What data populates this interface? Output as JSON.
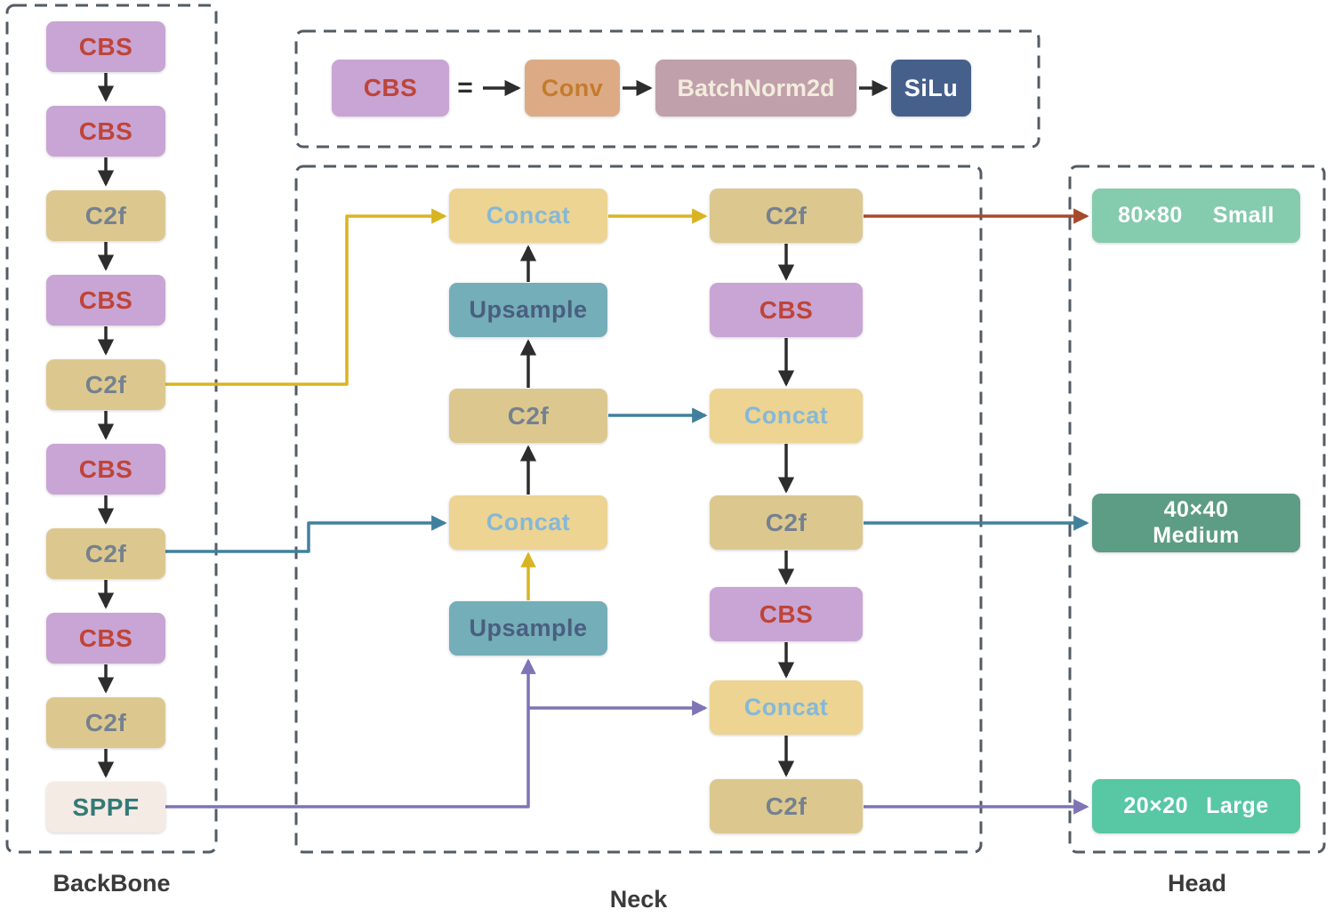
{
  "palette": {
    "canvas_bg": "#ffffff",
    "cbs_bg": "#c8a5d4",
    "cbs_text": "#bf4438",
    "c2f_bg": "#dcc88f",
    "c2f_text": "#75818f",
    "concat_bg": "#edd492",
    "concat_text": "#85b8d8",
    "upsample_bg": "#74aeb8",
    "upsample_text": "#4a5e80",
    "sppf_bg": "#f4ebe4",
    "sppf_text": "#337a76",
    "conv_bg": "#dcab85",
    "conv_text": "#c57a2e",
    "bn_bg": "#c0a0aa",
    "bn_text": "#f2ecdd",
    "silu_bg": "#46608c",
    "silu_text": "#ffffff",
    "small_bg": "#85cbae",
    "medium_bg": "#5d9c85",
    "large_bg": "#58c7a3",
    "head_text": "#ffffff",
    "arrow_black": "#2d2d2d",
    "arrow_yellow": "#d9b422",
    "arrow_teal": "#41809d",
    "arrow_purple": "#7f74b5",
    "arrow_red": "#a8492b",
    "dash_border": "#535b63",
    "section_label": "#3b3b3b"
  },
  "legend": {
    "cbs": "CBS",
    "equals": "=",
    "conv": "Conv",
    "batchnorm": "BatchNorm2d",
    "silu": "SiLu"
  },
  "backbone": {
    "label": "BackBone",
    "nodes": [
      {
        "type": "cbs",
        "label": "CBS"
      },
      {
        "type": "cbs",
        "label": "CBS"
      },
      {
        "type": "c2f",
        "label": "C2f"
      },
      {
        "type": "cbs",
        "label": "CBS"
      },
      {
        "type": "c2f",
        "label": "C2f"
      },
      {
        "type": "cbs",
        "label": "CBS"
      },
      {
        "type": "c2f",
        "label": "C2f"
      },
      {
        "type": "cbs",
        "label": "CBS"
      },
      {
        "type": "c2f",
        "label": "C2f"
      },
      {
        "type": "sppf",
        "label": "SPPF"
      }
    ]
  },
  "neck": {
    "label": "Neck",
    "left_column": [
      {
        "type": "concat",
        "label": "Concat"
      },
      {
        "type": "upsample",
        "label": "Upsample"
      },
      {
        "type": "c2f",
        "label": "C2f"
      },
      {
        "type": "concat",
        "label": "Concat"
      },
      {
        "type": "upsample",
        "label": "Upsample"
      }
    ],
    "right_column": [
      {
        "type": "c2f",
        "label": "C2f"
      },
      {
        "type": "cbs",
        "label": "CBS"
      },
      {
        "type": "concat",
        "label": "Concat"
      },
      {
        "type": "c2f",
        "label": "C2f"
      },
      {
        "type": "cbs",
        "label": "CBS"
      },
      {
        "type": "concat",
        "label": "Concat"
      },
      {
        "type": "c2f",
        "label": "C2f"
      }
    ]
  },
  "head": {
    "label": "Head",
    "outputs": [
      {
        "size": "80×80",
        "name": "Small"
      },
      {
        "size": "40×40",
        "name": "Medium"
      },
      {
        "size": "20×20",
        "name": "Large"
      }
    ]
  }
}
